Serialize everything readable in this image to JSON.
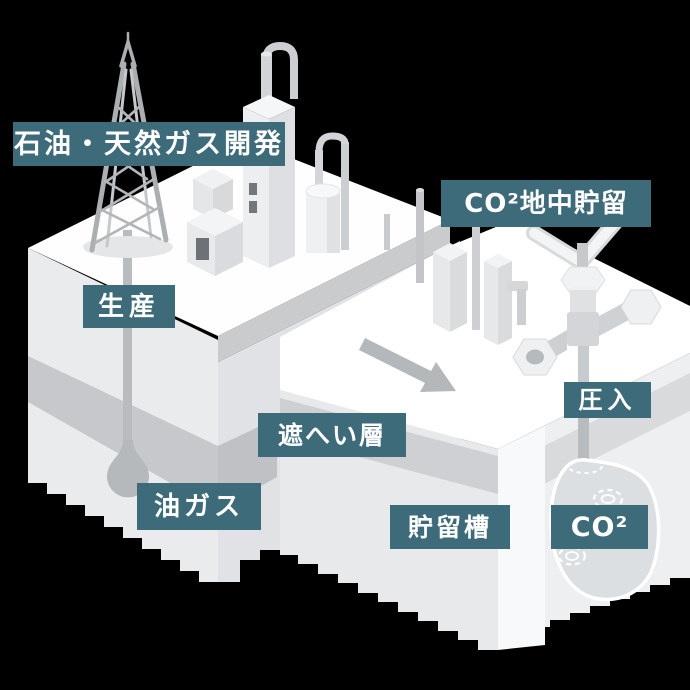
{
  "labels": {
    "oil_gas_development": "石油・天然ガス開発",
    "co2_underground_storage": "CO²地中貯留",
    "production": "生産",
    "injection": "圧入",
    "caprock": "遮へい層",
    "oil_gas": "油ガス",
    "reservoir": "貯留槽",
    "co2": "CO²"
  },
  "colors": {
    "background": "#000000",
    "label_background": "#3d6b79",
    "label_text": "#ffffff",
    "ground_top": "#ffffff",
    "ground_face_light": "#e9ebed",
    "ground_face_shade": "#e0e2e5",
    "stratum_band": "#c6c8cb",
    "caprock_band": "#ced0d3",
    "cliff_edge_band": "#c9cbcd",
    "reservoir_band": "#f8f9fa",
    "well_pipe": "#b9bcbf",
    "co2_plume": "#dcdfe1",
    "arrow": "#b5b8bb"
  },
  "illustration": {
    "parts": [
      "oil-derrick",
      "plant-building",
      "flare-stack",
      "storage-tank",
      "pipe-rack",
      "production-well-pipe",
      "oil-gas-reservoir-drop",
      "ground-block-left",
      "ground-block-right",
      "stratum-band",
      "caprock-band",
      "flow-arrow",
      "surface-pillar",
      "injection-wellhead-valve",
      "injection-well-pipe",
      "co2-plume",
      "ripple-rings"
    ]
  }
}
